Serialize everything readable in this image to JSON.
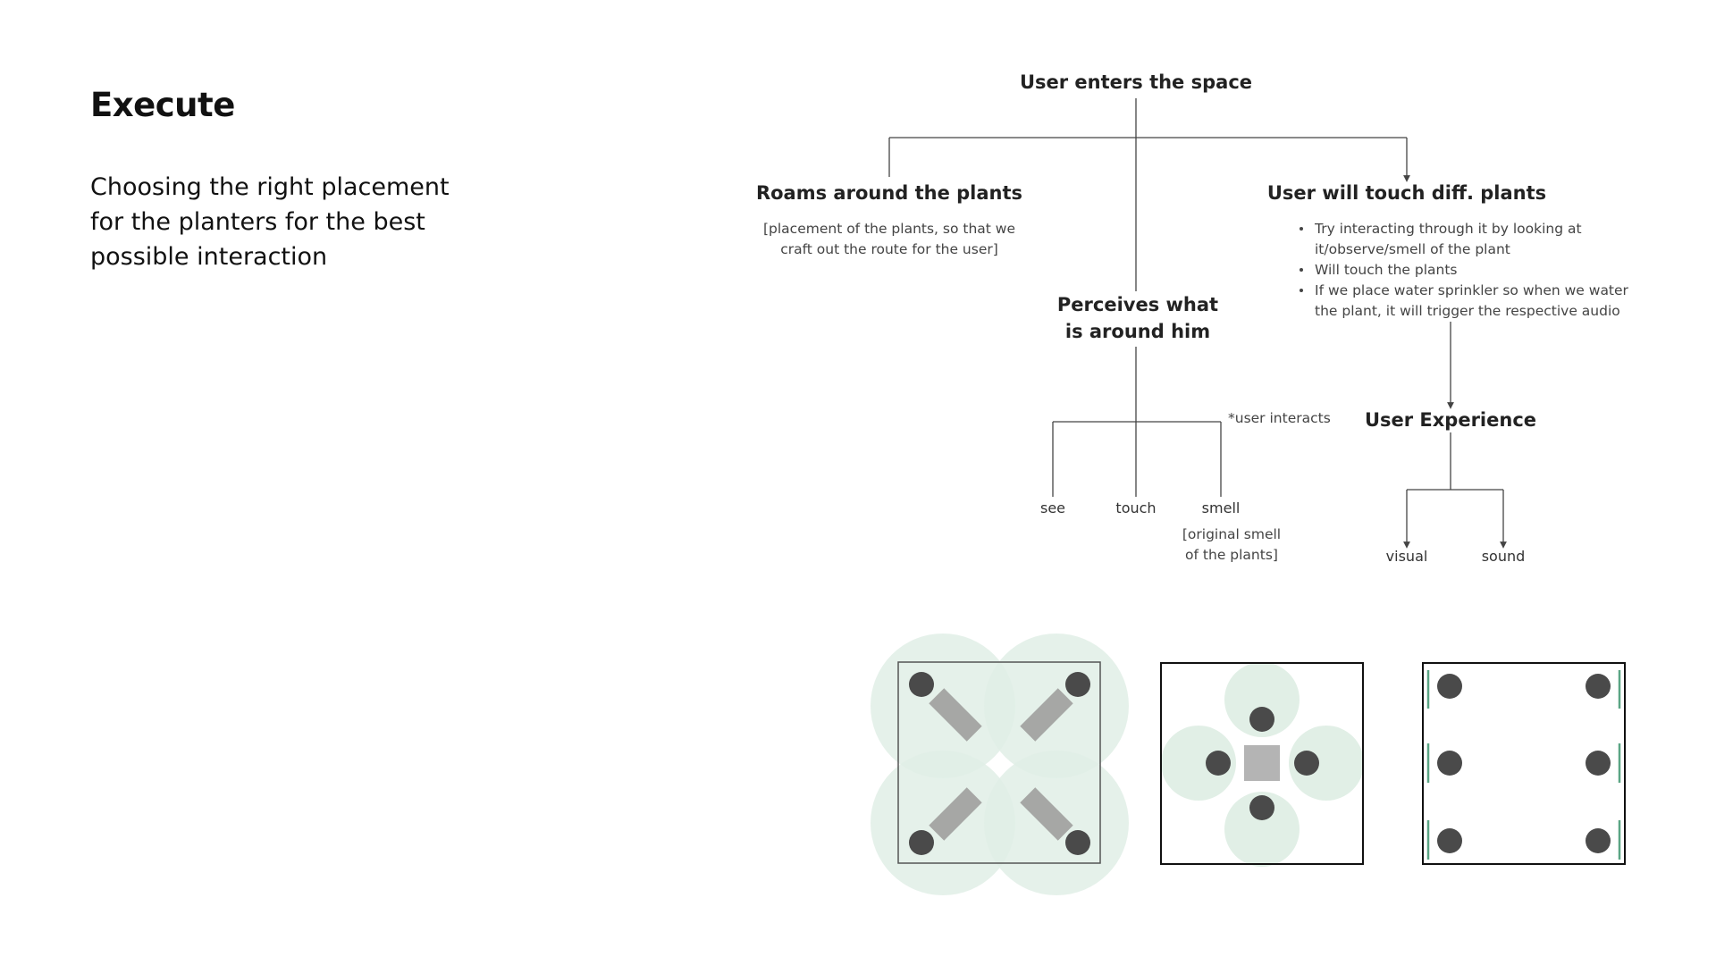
{
  "slide": {
    "heading": "Execute",
    "description": "Choosing the right placement for the planters for the best possible interaction"
  },
  "flow": {
    "root": "User enters the space",
    "roams": {
      "title": "Roams around the plants",
      "note_line1": "[placement of the plants, so that we",
      "note_line2": "craft out the route for the user]"
    },
    "touch_plants": {
      "title": "User will touch diff. plants",
      "bullets": [
        {
          "line1": "Try interacting through it by looking at",
          "line2": "it/observe/smell of the plant"
        },
        {
          "line1": "Will touch the plants",
          "line2": ""
        },
        {
          "line1": "If we place water sprinkler so when we water",
          "line2": "the plant, it will trigger the respective audio"
        }
      ]
    },
    "perceives": {
      "line1": "Perceives what",
      "line2": "is around him",
      "interact_note": "*user interacts",
      "leaves": [
        "see",
        "touch",
        "smell"
      ],
      "smell_note_line1": "[original smell",
      "smell_note_line2": "of the plants]"
    },
    "experience": {
      "title": "User Experience",
      "leaves": [
        "visual",
        "sound"
      ]
    }
  },
  "layouts": {
    "circle_fill_color": "#e1efe6",
    "planter_color": "#4a4a4a",
    "block_color": "#a6a7a5",
    "square_block_color": "#b4b4b4",
    "accent_line_color": "#5aa584"
  }
}
